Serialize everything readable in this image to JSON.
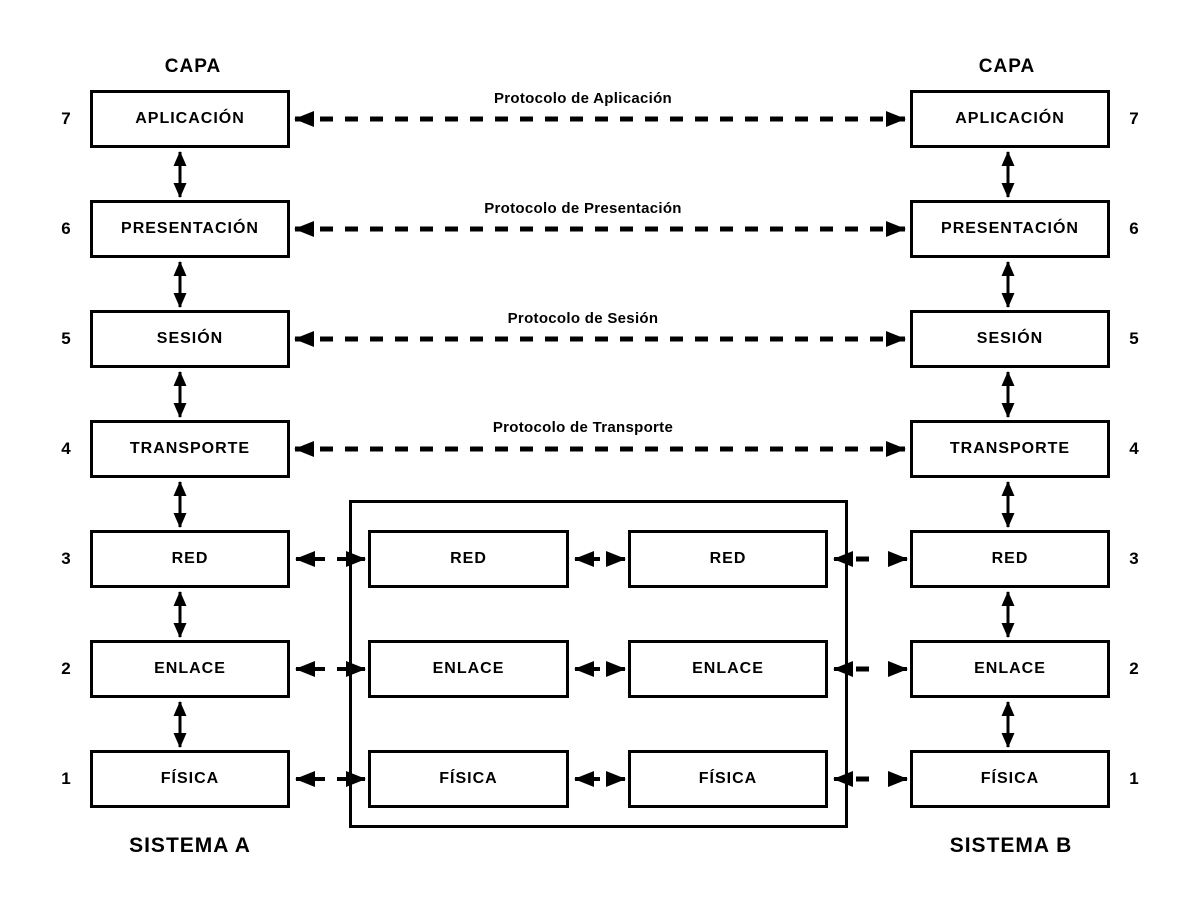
{
  "diagram": {
    "capa_left": "CAPA",
    "capa_right": "CAPA",
    "sistema_a_label": "SISTEMA A",
    "sistema_b_label": "SISTEMA B"
  },
  "layers_a": [
    {
      "num": "7",
      "name": "APLICACIÓN"
    },
    {
      "num": "6",
      "name": "PRESENTACIÓN"
    },
    {
      "num": "5",
      "name": "SESIÓN"
    },
    {
      "num": "4",
      "name": "TRANSPORTE"
    },
    {
      "num": "3",
      "name": "RED"
    },
    {
      "num": "2",
      "name": "ENLACE"
    },
    {
      "num": "1",
      "name": "FÍSICA"
    }
  ],
  "layers_b": [
    {
      "num": "7",
      "name": "APLICACIÓN"
    },
    {
      "num": "6",
      "name": "PRESENTACIÓN"
    },
    {
      "num": "5",
      "name": "SESIÓN"
    },
    {
      "num": "4",
      "name": "TRANSPORTE"
    },
    {
      "num": "3",
      "name": "RED"
    },
    {
      "num": "2",
      "name": "ENLACE"
    },
    {
      "num": "1",
      "name": "FÍSICA"
    }
  ],
  "protocols": [
    {
      "label": "Protocolo de Aplicación"
    },
    {
      "label": "Protocolo de Presentación"
    },
    {
      "label": "Protocolo de Sesión"
    },
    {
      "label": "Protocolo de Transporte"
    }
  ],
  "subnet": {
    "node1": [
      "RED",
      "ENLACE",
      "FÍSICA"
    ],
    "node2": [
      "RED",
      "ENLACE",
      "FÍSICA"
    ]
  },
  "colors": {
    "ink": "#000000",
    "background": "#ffffff"
  }
}
